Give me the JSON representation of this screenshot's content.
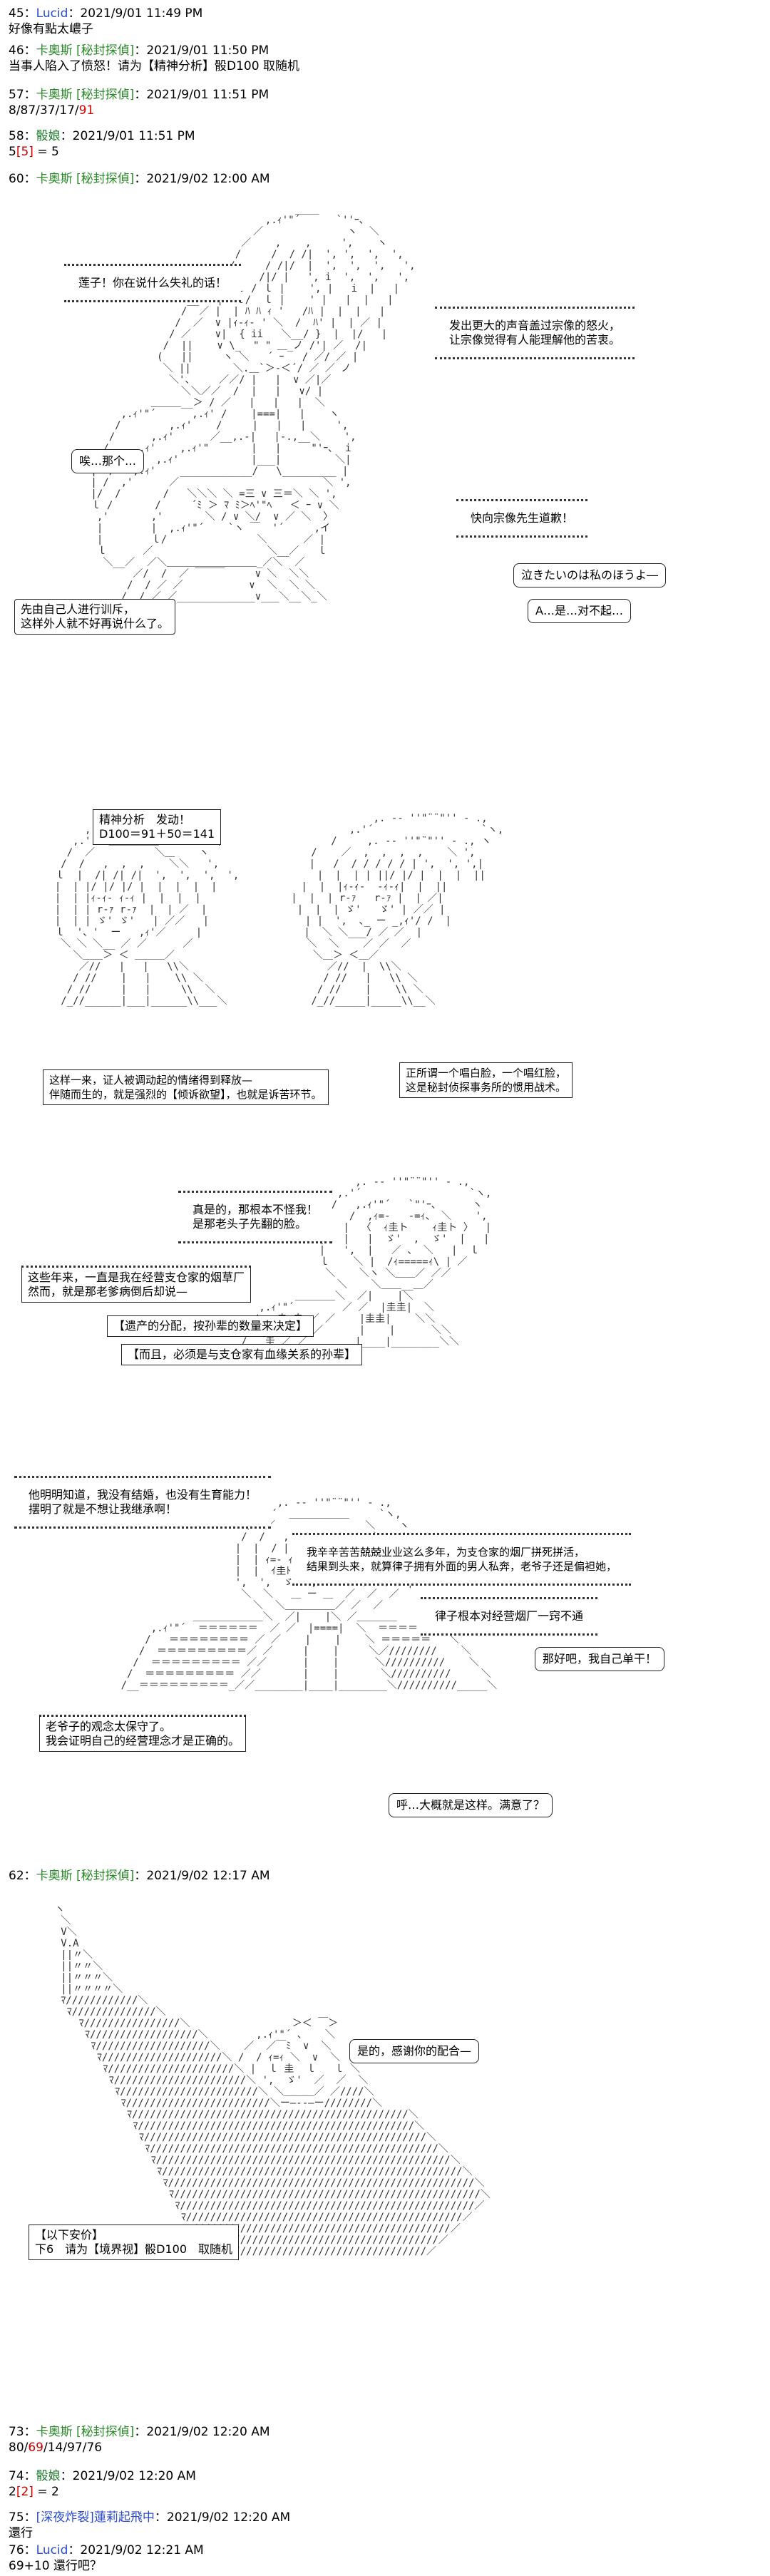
{
  "posts": [
    {
      "num": "45",
      "name": "Lucid",
      "date": "2021/9/01 11:49 PM",
      "body": "好像有點太嶩子"
    },
    {
      "num": "46",
      "name": "卡奧斯 [秘封探偵]",
      "date": "2021/9/01 11:50 PM",
      "body": "当事人陷入了愤怒！请为【精神分析】骰D100 取随机"
    },
    {
      "num": "57",
      "name": "卡奧斯 [秘封探偵]",
      "date": "2021/9/01 11:51 PM",
      "body_pre": "8/87/37/17/",
      "body_red": "91"
    },
    {
      "num": "58",
      "name": "骰娘",
      "date": "2021/9/01 11:51 PM",
      "body_pre": "5",
      "body_red": "[5]",
      "body_post": " = 5"
    },
    {
      "num": "60",
      "name": "卡奧斯 [秘封探偵]",
      "date": "2021/9/02 12:00 AM"
    },
    {
      "num": "62",
      "name": "卡奧斯 [秘封探偵]",
      "date": "2021/9/02 12:17 AM"
    },
    {
      "num": "73",
      "name": "卡奧斯 [秘封探偵]",
      "date": "2021/9/02 12:20 AM",
      "body_pre": "80/",
      "body_red": "69",
      "body_post": "/14/97/76"
    },
    {
      "num": "74",
      "name": "骰娘",
      "date": "2021/9/02 12:20 AM",
      "body_pre": "2",
      "body_red": "[2]",
      "body_post": " = 2"
    },
    {
      "num": "75",
      "name": "[深夜炸裂]蓮莉起飛中",
      "date": "2021/9/02 12:20 AM",
      "body": "還行"
    },
    {
      "num": "76",
      "name": "Lucid",
      "date": "2021/9/02 12:21 AM",
      "body": "69+10 還行吧？"
    }
  ],
  "panel1": {
    "jag_left": "莲子！你在说什么失礼的话！",
    "jag_right": "发出更大的声音盖过宗像的怒火，\n让宗像觉得有人能理解他的苦衷。",
    "bubble_uh": "唉…那个…",
    "jag_fast": "快向宗像先生道歉！",
    "bubble_cry": "泣きたいのは私のほうよ―",
    "bubble_sorry": "A…是…对不起…",
    "box_self": "先由自己人进行训斥，\n这样外人就不好再说什么了。"
  },
  "panel2": {
    "box_roll": "精神分析　发动！\nD100＝91＋50＝141",
    "box_left": "这样一来，证人被调动起的情绪得到释放—\n伴随而生的，就是强烈的【倾诉欲望】，也就是诉苦环节。",
    "box_right": "正所谓一个唱白脸，一个唱红脸，\n这是秘封侦探事务所的惯用战术。"
  },
  "panel3": {
    "jag_true": "真是的，那根本不怪我！\n是那老头子先翻的脸。",
    "box_years": "这些年来，一直是我在经营支仓家的烟草厂\n然而，就是那老爹病倒后却说—",
    "box_heritage": "【遗产的分配，按孙辈的数量来决定】",
    "box_blood": "【而且，必须是与支仓家有血缘关系的孙辈】"
  },
  "panel4": {
    "jag_know": "他明明知道，我没有结婚，也没有生育能力！\n摆明了就是不想让我继承啊！",
    "jag_work": "我辛辛苦苦兢兢业业这么多年，为支仓家的烟厂拼死拼活，\n结果到头来，就算律子拥有外面的男人私奔，老爷子还是偏袒她，",
    "jag_ritsu": "律子根本对经营烟厂一窍不通",
    "bubble_fine": "那好吧，我自己单干！",
    "box_old": "老爷子的观念太保守了。\n我会证明自己的经营理念才是正确的。",
    "bubble_huh": "呼…大概就是这样。满意了？"
  },
  "panel5": {
    "bubble_thanks": "是的，感谢你的配合—",
    "box_next": "【以下安价】\n下6　请为【境界视】骰D100　取随机"
  }
}
